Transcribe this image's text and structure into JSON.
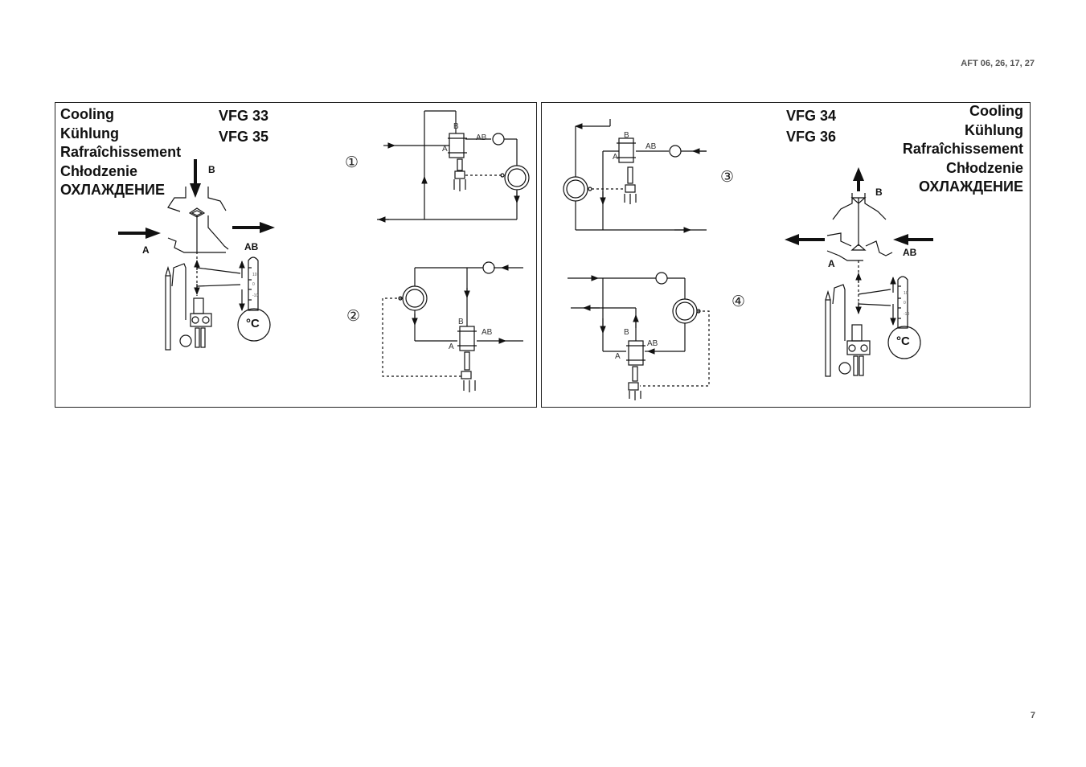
{
  "header": {
    "code": "AFT 06, 26, 17, 27"
  },
  "footer": {
    "page_number": "7"
  },
  "left_panel": {
    "titles": [
      "Cooling",
      "Kühlung",
      "Rafraîchissement",
      "Chłodzenie",
      "ОХЛАЖДЕНИЕ"
    ],
    "models": [
      "VFG 33",
      "VFG 35"
    ],
    "port_labels": {
      "b": "B",
      "a": "A",
      "ab": "AB"
    },
    "thermometer": {
      "unit": "°C",
      "ticks": [
        "10",
        "0",
        "-10"
      ]
    },
    "schemes": [
      {
        "number": "①",
        "ports": {
          "b": "B",
          "a": "A",
          "ab": "AB"
        }
      },
      {
        "number": "②",
        "ports": {
          "b": "B",
          "a": "A",
          "ab": "AB"
        }
      }
    ]
  },
  "right_panel": {
    "titles": [
      "Cooling",
      "Kühlung",
      "Rafraîchissement",
      "Chłodzenie",
      "ОХЛАЖДЕНИЕ"
    ],
    "models": [
      "VFG 34",
      "VFG 36"
    ],
    "port_labels": {
      "b": "B",
      "a": "A",
      "ab": "AB"
    },
    "thermometer": {
      "unit": "°C",
      "ticks": [
        "10",
        "0",
        "-10"
      ]
    },
    "schemes": [
      {
        "number": "③",
        "ports": {
          "b": "B",
          "a": "A",
          "ab": "AB"
        }
      },
      {
        "number": "④",
        "ports": {
          "b": "B",
          "a": "A",
          "ab": "AB"
        }
      }
    ]
  }
}
